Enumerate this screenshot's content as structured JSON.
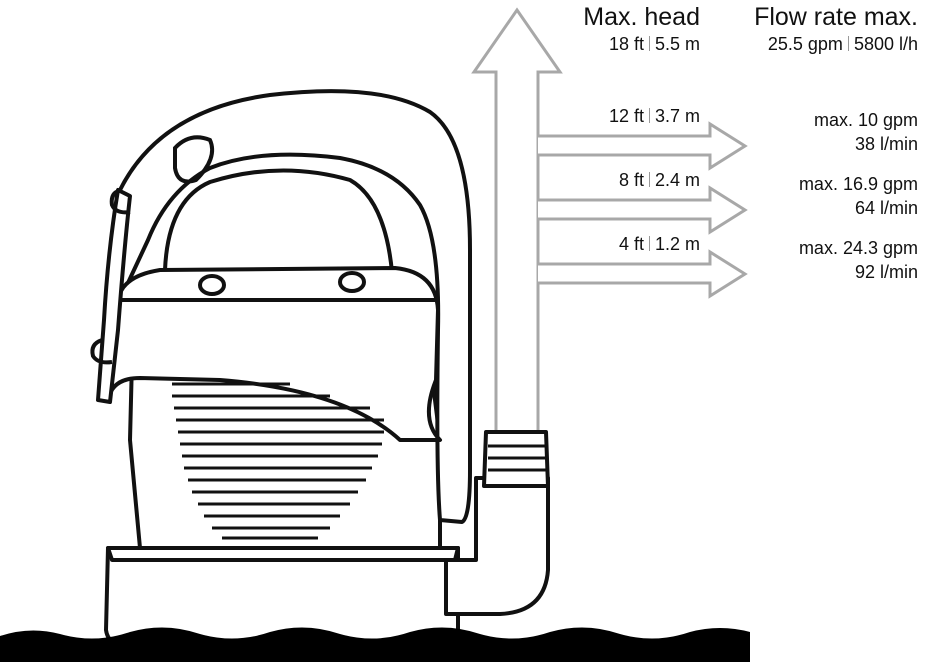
{
  "header": {
    "max_head_title": "Max. head",
    "max_head_ft": "18 ft",
    "max_head_m": "5.5 m",
    "flow_title": "Flow rate max.",
    "flow_gpm": "25.5 gpm",
    "flow_lh": "5800 l/h"
  },
  "levels": [
    {
      "ft": "12 ft",
      "m": "3.7 m",
      "flow_gpm": "max. 10 gpm",
      "flow_lmin": "38 l/min"
    },
    {
      "ft": "8 ft",
      "m": "2.4 m",
      "flow_gpm": "max. 16.9 gpm",
      "flow_lmin": "64 l/min"
    },
    {
      "ft": "4 ft",
      "m": "1.2 m",
      "flow_gpm": "max. 24.3 gpm",
      "flow_lmin": "92 l/min"
    }
  ],
  "colors": {
    "outline": "#111111",
    "arrow": "#a8a8a8",
    "ground": "#000000",
    "separator": "#999999"
  }
}
